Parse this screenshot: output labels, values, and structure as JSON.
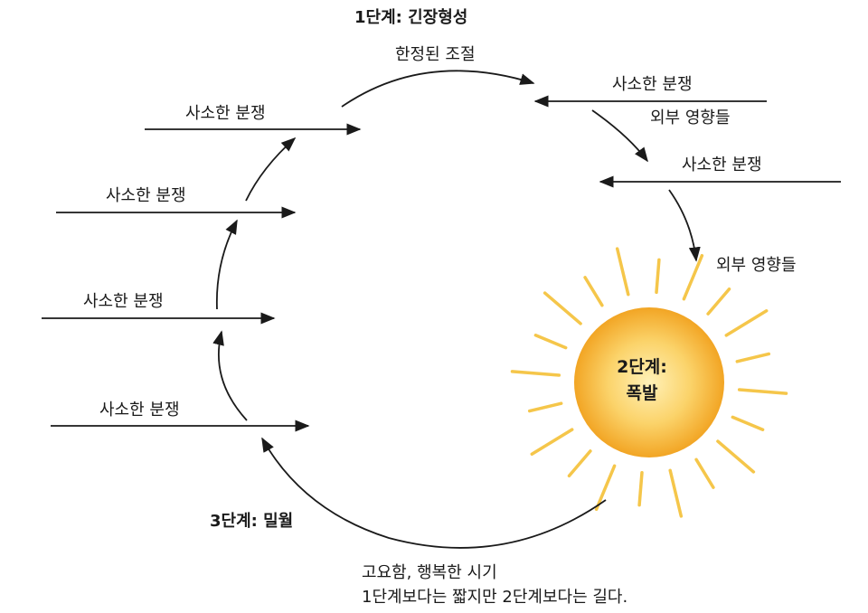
{
  "stage1": {
    "title": "1단계: 긴장형성",
    "subtitle": "한정된 조절"
  },
  "stage2": {
    "line1": "2단계:",
    "line2": "폭발"
  },
  "stage3": {
    "title": "3단계: 밀월",
    "note_line1": "고요함, 행복한 시기",
    "note_line2": "1단계보다는 짧지만 2단계보다는 길다."
  },
  "left_conflicts": [
    "사소한 분쟁",
    "사소한 분쟁",
    "사소한 분쟁",
    "사소한 분쟁"
  ],
  "right_conflicts": [
    "사소한 분쟁",
    "사소한 분쟁"
  ],
  "external_influences": [
    "외부 영향들",
    "외부 영향들"
  ],
  "colors": {
    "sun_core": "#f5b53a",
    "sun_rays": "#f5c64a",
    "stroke": "#1a1a1a"
  }
}
